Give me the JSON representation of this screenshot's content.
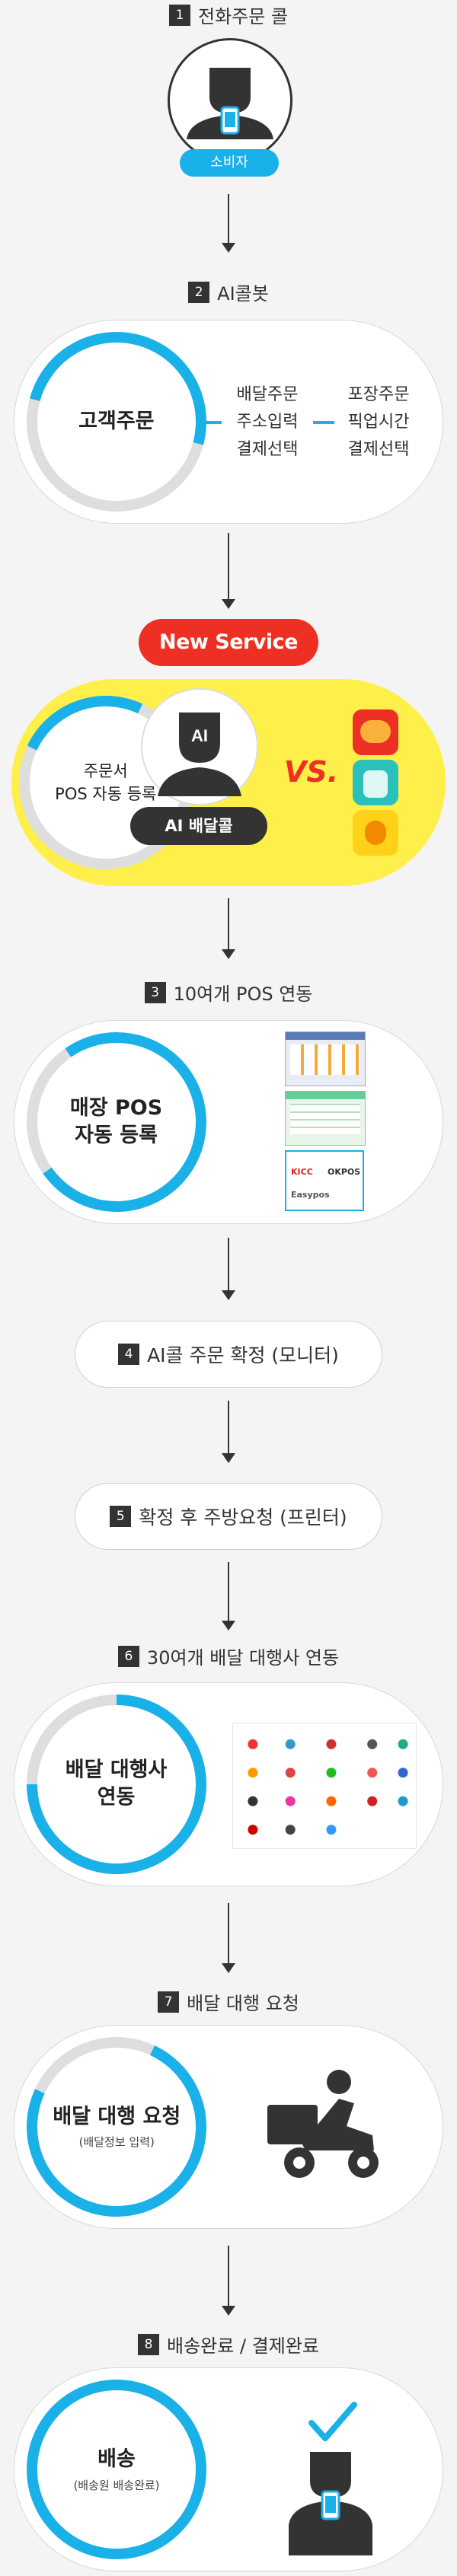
{
  "steps": [
    {
      "num": "1",
      "label": "전화주문 콜"
    },
    {
      "num": "2",
      "label": "AI콜봇"
    },
    {
      "num": "3",
      "label": "10여개 POS 연동"
    },
    {
      "num": "4",
      "label": "AI콜 주문 확정 (모니터)"
    },
    {
      "num": "5",
      "label": "확정 후 주방요청 (프린터)"
    },
    {
      "num": "6",
      "label": "30여개 배달 대행사 연동"
    },
    {
      "num": "7",
      "label": "배달 대행 요청"
    },
    {
      "num": "8",
      "label": "배송완료 / 결제완료"
    }
  ],
  "consumer_badge": "소비자",
  "order": {
    "title": "고객주문",
    "left": [
      "배달주문",
      "주소입력",
      "결제선택"
    ],
    "right": [
      "포장주문",
      "픽업시간",
      "결제선택"
    ]
  },
  "new_service": {
    "badge": "New Service",
    "ring_label": "주문서\nPOS 자동 등록",
    "ai_label": "AI",
    "ai_call": "AI 배달콜",
    "vs": "VS."
  },
  "pos": {
    "title": "매장 POS\n자동 등록",
    "logos": [
      "KICC",
      "OKPOS",
      "Easypos"
    ]
  },
  "delivery": {
    "title": "배달 대행사\n연동"
  },
  "request": {
    "title": "배달 대행 요청",
    "sub": "(배달정보 입력)"
  },
  "done": {
    "title": "배송",
    "sub": "(배송원 배송완료)"
  },
  "colors": {
    "accent": "#1ab0e8",
    "red": "#ee3024",
    "yellow": "#ffef4a",
    "dark": "#333333"
  }
}
